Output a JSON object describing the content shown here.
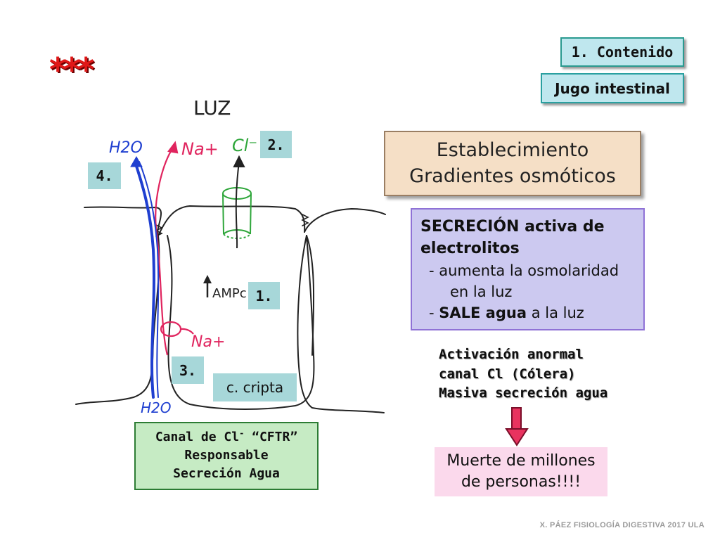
{
  "slide": {
    "stars": "***",
    "tag_contenido": "1. Contenido",
    "tag_jugo": "Jugo intestinal",
    "title_line1": "Establecimiento",
    "title_line2": "Gradientes osmóticos",
    "secretion": {
      "head_line1": "SECRECIÓN activa de",
      "head_line2": "electrolitos",
      "item1_line1": "- aumenta la osmolaridad",
      "item1_line2": "en la luz",
      "item2_dash": "- ",
      "item2_bold": "SALE agua",
      "item2_rest": " a la luz"
    },
    "anomalous": {
      "line1": "Activación anormal",
      "line2": "canal Cl (Cólera)",
      "line3": "Masiva secreción agua"
    },
    "death": {
      "line1": "Muerte de millones",
      "line2": "de personas!!!!"
    },
    "cftr": {
      "line1_a": "Canal de Cl",
      "line1_sup": "-",
      "line1_b": " “CFTR”",
      "line2": "Responsable",
      "line3": "Secreción Agua"
    },
    "footer": "X. PÁEZ   FISIOLOGÍA DIGESTIVA 2017  ULA"
  },
  "diagram": {
    "luz_label": "LUZ",
    "h2o_top": "H2O",
    "h2o_bottom": "H2O",
    "na_top": "Na+",
    "na_bottom": "Na+",
    "cl_label": "Cl⁻",
    "ampc_label": "AMPc",
    "num1": "1.",
    "num2": "2.",
    "num3": "3.",
    "num4": "4.",
    "c_cripta": "c. cripta"
  },
  "colors": {
    "water_arrow": "#1f3fd0",
    "sodium_arrow": "#e0245e",
    "chloride_channel": "#2ea63a",
    "arrow_down": "#e8335f"
  }
}
